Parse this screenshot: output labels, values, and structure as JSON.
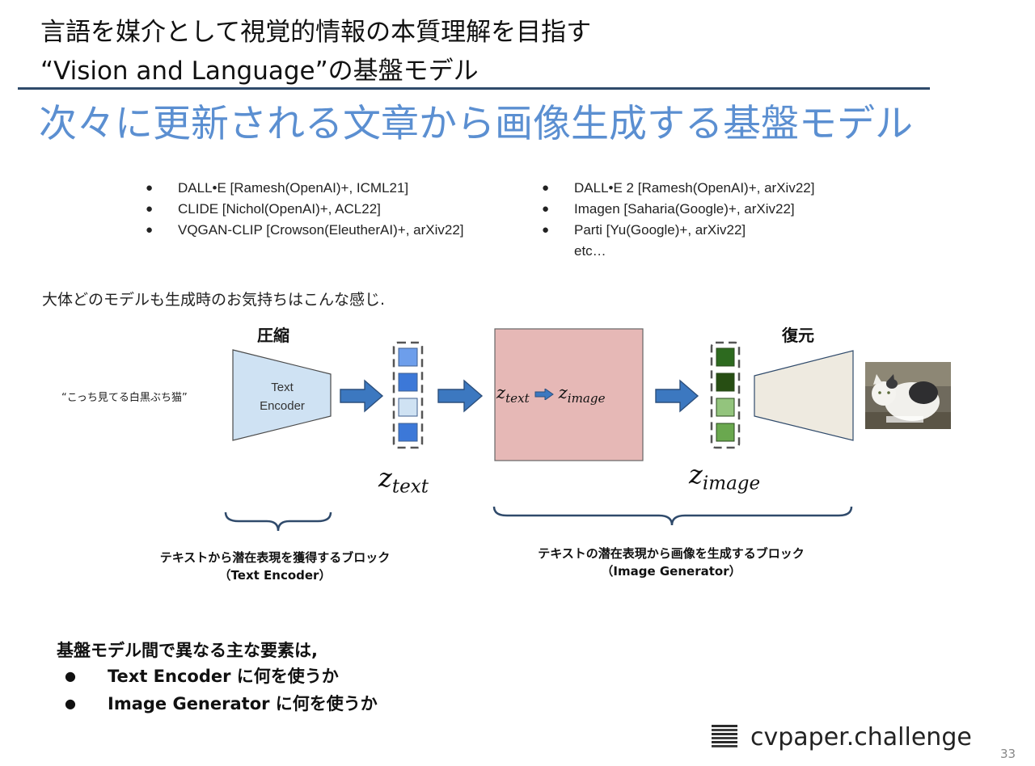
{
  "header": {
    "line1": "言語を媒介として視覚的情報の本質理解を目指す",
    "line2": "“Vision and Language”の基盤モデル"
  },
  "slide_title": "次々に更新される文章から画像生成する基盤モデル",
  "references": {
    "left": [
      "DALL•E [Ramesh(OpenAI)+, ICML21]",
      "CLIDE [Nichol(OpenAI)+, ACL22]",
      "VQGAN-CLIP [Crowson(EleutherAI)+, arXiv22]"
    ],
    "right": [
      "DALL•E 2 [Ramesh(OpenAI)+, arXiv22]",
      "Imagen [Saharia(Google)+, arXiv22]",
      "Parti [Yu(Google)+, arXiv22]"
    ],
    "etc": "etc…"
  },
  "intro": "大体どのモデルも生成時のお気持ちはこんな感じ.",
  "diagram": {
    "compress_label": "圧縮",
    "restore_label": "復元",
    "input_text": "“こっち見てる白黒ぶち猫”",
    "encoder_line1": "Text",
    "encoder_line2": "Encoder",
    "z": "z",
    "text_sub": "text",
    "image_sub": "image",
    "colors": {
      "encoder_fill": "#cfe2f3",
      "generator_box": "#e6b8b6",
      "decoder_fill": "#eeeae0",
      "arrow": "#3c78c0",
      "text_latent_cells": [
        "#6d9eeb",
        "#3c78d8",
        "#cfe2f3",
        "#3c78d8"
      ],
      "image_latent_cells": [
        "#2d6a1f",
        "#274e13",
        "#93c47d",
        "#6aa84f"
      ]
    }
  },
  "captions": {
    "encoder_block": "テキストから潜在表現を獲得するブロック",
    "encoder_block_sub": "（Text Encoder）",
    "generator_block": "テキストの潜在表現から画像を生成するブロック",
    "generator_block_sub": "（Image Generator）"
  },
  "bottom": {
    "heading": "基盤モデル間で異なる主な要素は,",
    "items": [
      "Text Encoder に何を使うか",
      "Image Generator に何を使うか"
    ]
  },
  "brand": "cvpaper.challenge",
  "page_number": "33",
  "bullet": "●"
}
